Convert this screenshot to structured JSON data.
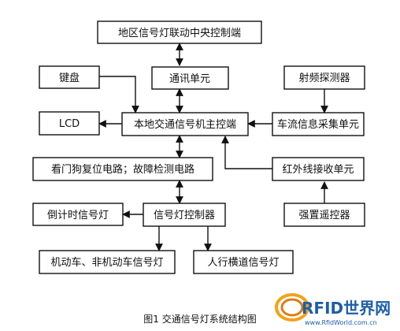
{
  "nodes": {
    "central": "地区信号灯联动中央控制端",
    "comm": "通讯单元",
    "keyboard": "键盘",
    "rf": "射频探测器",
    "lcd": "LCD",
    "host": "本地交通信号机主控端",
    "flow": "车流信息采集单元",
    "watchdog": "看门狗复位电路；故障检测电路",
    "infrared": "红外线接收单元",
    "countdown": "倒计时信号灯",
    "lightctrl": "信号灯控制器",
    "remote": "强置遥控器",
    "vehicle": "机动车、非机动车信号灯",
    "pedestrian": "人行横道信号灯"
  },
  "caption": "图1 交通信号灯系统结构图",
  "logo": {
    "text": "RFID世界网",
    "url": "www.RfidWorld.com.cn"
  }
}
